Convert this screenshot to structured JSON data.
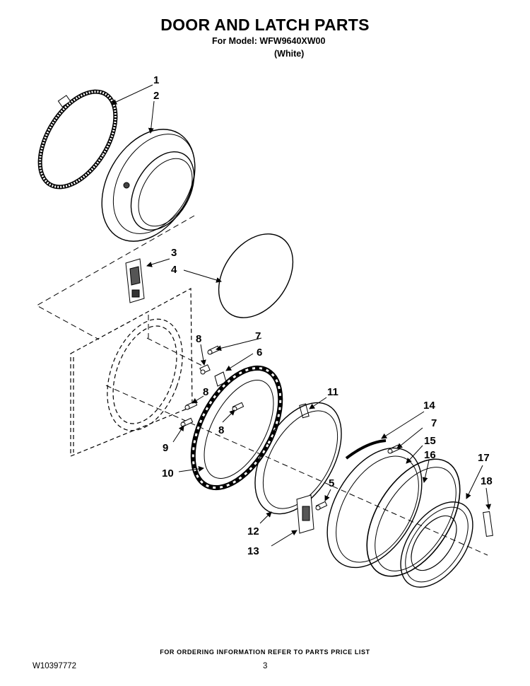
{
  "header": {
    "title": "DOOR AND LATCH PARTS",
    "model_line": "For Model: WFW9640XW00",
    "color_line": "(White)"
  },
  "callouts": {
    "c1": "1",
    "c2": "2",
    "c3": "3",
    "c4": "4",
    "c5": "5",
    "c6": "6",
    "c7a": "7",
    "c7b": "7",
    "c8a": "8",
    "c8b": "8",
    "c8c": "8",
    "c9": "9",
    "c10": "10",
    "c11": "11",
    "c12": "12",
    "c13": "13",
    "c14": "14",
    "c15": "15",
    "c16": "16",
    "c17": "17",
    "c18": "18"
  },
  "footer": {
    "ordering_note": "FOR ORDERING INFORMATION REFER TO PARTS PRICE LIST",
    "document_number": "W10397772",
    "page_number": "3"
  }
}
